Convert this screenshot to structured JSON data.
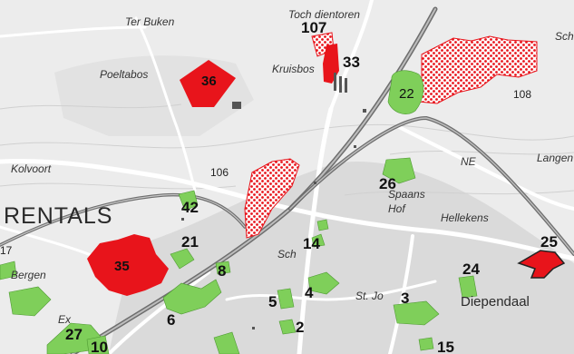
{
  "colors": {
    "background": "#ececec",
    "road": "#ffffff",
    "railway": "#6e6e6e",
    "built_up": "#d6d6d6",
    "green_area": "#7fcf5a",
    "red_area": "#e8141b",
    "hatched_area": "#e8141b",
    "label": "#111111"
  },
  "map": {
    "town_labels": {
      "rentals": "RENTALS",
      "diependaal": "Diependaal"
    },
    "place_labels": {
      "ter_buken": "Ter Buken",
      "poeltabos": "Poeltabos",
      "kruisbos": "Kruisbos",
      "kolvoort": "Kolvoort",
      "spaans_hof_1": "Spaans",
      "spaans_hof_2": "Hof",
      "hellekens": "Hellekens",
      "langen": "Langen",
      "ter_bergen": "Bergen",
      "sch_top_right": "Sch",
      "sch_top_left": "Toch dientoren",
      "st_jozef": "St. Jo",
      "sch_middle": "Sch",
      "ne": "NE",
      "ex": "Ex"
    },
    "zone_numbers": {
      "n107": "107",
      "n33": "33",
      "n36": "36",
      "n22": "22",
      "n108": "108",
      "n106": "106",
      "n26": "26",
      "n42": "42",
      "n21": "21",
      "n14": "14",
      "n35": "35",
      "n8": "8",
      "n25": "25",
      "n24": "24",
      "n5": "5",
      "n4": "4",
      "n3": "3",
      "n6": "6",
      "n2": "2",
      "n27": "27",
      "n10": "10",
      "n15": "15",
      "n17": "17"
    }
  }
}
